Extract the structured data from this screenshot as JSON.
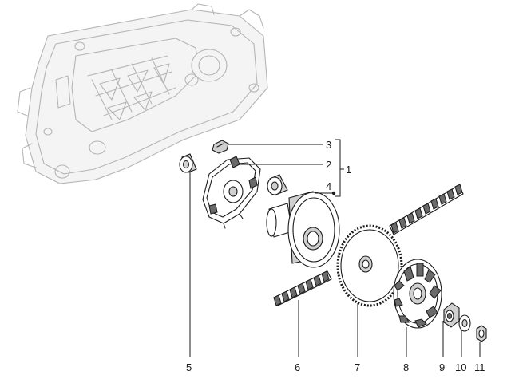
{
  "diagram": {
    "callouts": [
      "1",
      "2",
      "3",
      "4",
      "5",
      "6",
      "7",
      "8",
      "9",
      "10",
      "11"
    ],
    "colors": {
      "line": "#1a1a1a",
      "ghost_outline": "#b5b5b5",
      "background": "#ffffff"
    }
  }
}
